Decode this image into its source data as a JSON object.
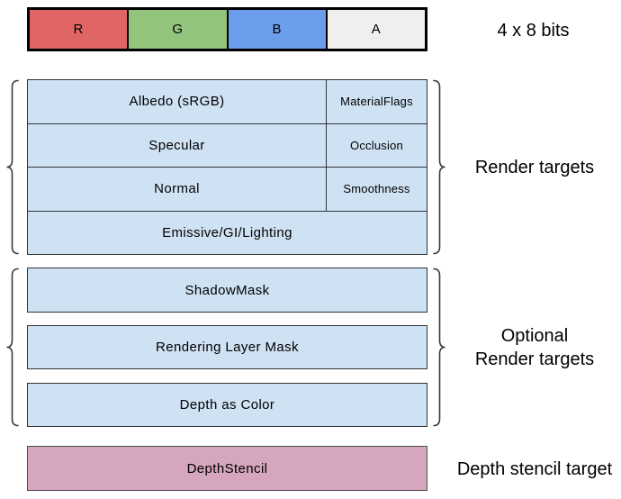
{
  "pixel_bar": {
    "caption": "4 x 8 bits",
    "channels": [
      {
        "label": "R",
        "color": "#e06666"
      },
      {
        "label": "G",
        "color": "#93c47d"
      },
      {
        "label": "B",
        "color": "#6d9eeb"
      },
      {
        "label": "A",
        "color": "#efefef"
      }
    ]
  },
  "render_targets": {
    "group_label": "Render targets",
    "rows": [
      {
        "main": "Albedo (sRGB)",
        "alpha": "MaterialFlags"
      },
      {
        "main": "Specular",
        "alpha": "Occlusion"
      },
      {
        "main": "Normal",
        "alpha": "Smoothness"
      },
      {
        "main": "Emissive/GI/Lighting",
        "alpha": ""
      }
    ]
  },
  "optional_render_targets": {
    "group_label_line1": "Optional",
    "group_label_line2": "Render targets",
    "boxes": [
      "ShadowMask",
      "Rendering Layer Mask",
      "Depth as Color"
    ]
  },
  "depth_stencil": {
    "group_label": "Depth stencil target",
    "box": "DepthStencil"
  },
  "colors": {
    "render_target_fill": "#cfe2f3",
    "depth_stencil_fill": "#d5a6bd",
    "border": "#303437"
  }
}
